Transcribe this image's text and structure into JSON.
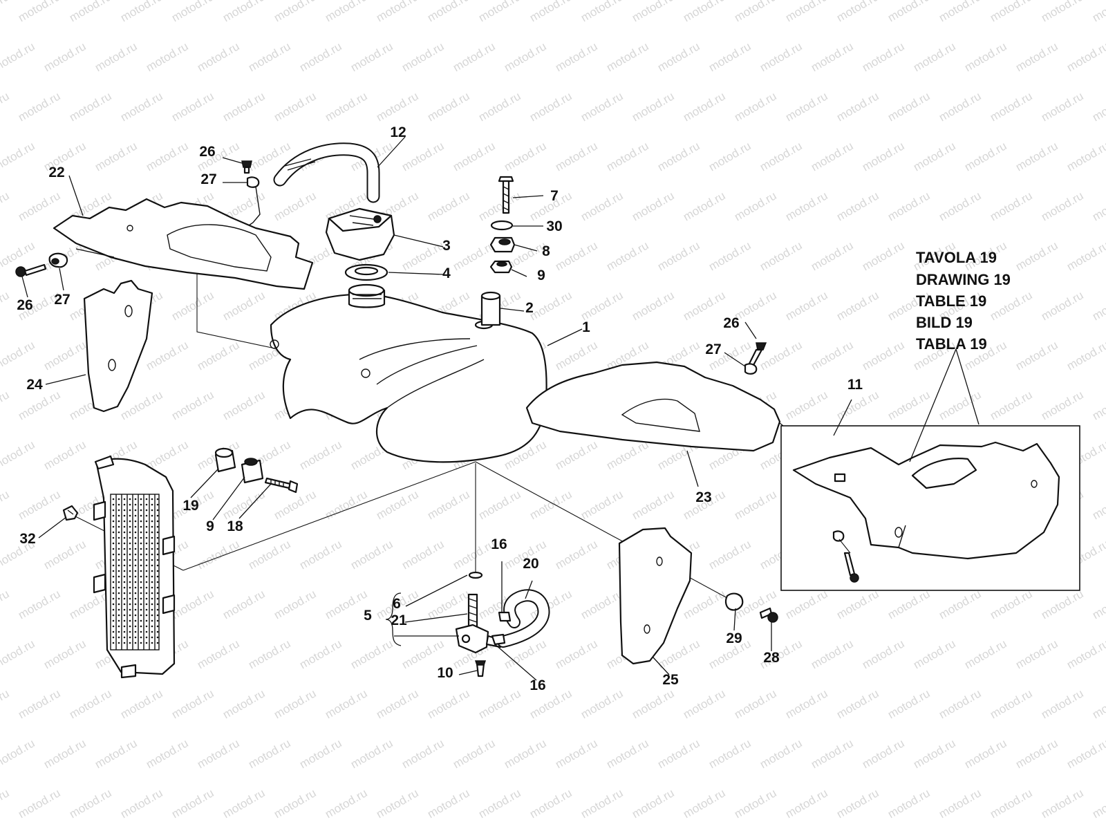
{
  "watermark": "motod.ru",
  "callouts": [
    {
      "label": "1"
    },
    {
      "label": "2"
    },
    {
      "label": "3"
    },
    {
      "label": "4"
    },
    {
      "label": "5"
    },
    {
      "label": "6"
    },
    {
      "label": "7"
    },
    {
      "label": "8"
    },
    {
      "label": "9"
    },
    {
      "label": "9"
    },
    {
      "label": "10"
    },
    {
      "label": "11"
    },
    {
      "label": "12"
    },
    {
      "label": "16"
    },
    {
      "label": "16"
    },
    {
      "label": "18"
    },
    {
      "label": "19"
    },
    {
      "label": "20"
    },
    {
      "label": "21"
    },
    {
      "label": "22"
    },
    {
      "label": "23"
    },
    {
      "label": "24"
    },
    {
      "label": "25"
    },
    {
      "label": "26"
    },
    {
      "label": "26"
    },
    {
      "label": "26"
    },
    {
      "label": "27"
    },
    {
      "label": "27"
    },
    {
      "label": "27"
    },
    {
      "label": "28"
    },
    {
      "label": "29"
    },
    {
      "label": "30"
    },
    {
      "label": "32"
    }
  ],
  "reference_note": {
    "lines": [
      "TAVOLA 19",
      "DRAWING 19",
      "TABLE 19",
      "BILD 19",
      "TABLA 19"
    ]
  }
}
